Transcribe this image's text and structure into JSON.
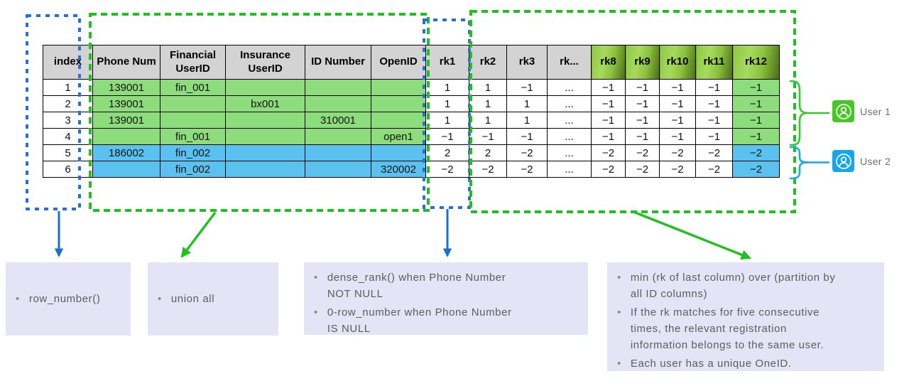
{
  "table": {
    "columns": [
      {
        "label": "index",
        "width": 70,
        "gradient": false,
        "colored": false
      },
      {
        "label": "Phone Num",
        "width": 95,
        "gradient": false,
        "colored": true
      },
      {
        "label": "Financial\nUserID",
        "width": 92,
        "gradient": false,
        "colored": true
      },
      {
        "label": "Insurance\nUserID",
        "width": 112,
        "gradient": false,
        "colored": true
      },
      {
        "label": "ID Number",
        "width": 93,
        "gradient": false,
        "colored": true
      },
      {
        "label": "OpenID",
        "width": 77,
        "gradient": false,
        "colored": true
      },
      {
        "label": "rk1",
        "width": 61,
        "gradient": false,
        "colored": false
      },
      {
        "label": "rk2",
        "width": 53,
        "gradient": false,
        "colored": false
      },
      {
        "label": "rk3",
        "width": 57,
        "gradient": false,
        "colored": false
      },
      {
        "label": "rk...",
        "width": 62,
        "gradient": false,
        "colored": false
      },
      {
        "label": "rk8",
        "width": 48,
        "gradient": true,
        "colored": false
      },
      {
        "label": "rk9",
        "width": 48,
        "gradient": true,
        "colored": false
      },
      {
        "label": "rk10",
        "width": 51,
        "gradient": true,
        "colored": false
      },
      {
        "label": "rk11",
        "width": 52,
        "gradient": true,
        "colored": false
      },
      {
        "label": "rk12",
        "width": 66,
        "gradient": true,
        "colored": true
      }
    ],
    "rows": [
      {
        "user": "user1",
        "cells": [
          "1",
          "139001",
          "fin_001",
          "",
          "",
          "",
          "1",
          "1",
          "−1",
          "...",
          "−1",
          "−1",
          "−1",
          "−1",
          "−1"
        ]
      },
      {
        "user": "user1",
        "cells": [
          "2",
          "139001",
          "",
          "bx001",
          "",
          "",
          "1",
          "1",
          "1",
          "...",
          "−1",
          "−1",
          "−1",
          "−1",
          "−1"
        ]
      },
      {
        "user": "user1",
        "cells": [
          "3",
          "139001",
          "",
          "",
          "310001",
          "",
          "1",
          "1",
          "1",
          "...",
          "−1",
          "−1",
          "−1",
          "−1",
          "−1"
        ]
      },
      {
        "user": "user1",
        "cells": [
          "4",
          "",
          "fin_001",
          "",
          "",
          "open1",
          "−1",
          "−1",
          "−1",
          "...",
          "−1",
          "−1",
          "−1",
          "−1",
          "−1"
        ]
      },
      {
        "user": "user2",
        "cells": [
          "5",
          "186002",
          "fin_002",
          "",
          "",
          "",
          "2",
          "2",
          "−2",
          "...",
          "−2",
          "−2",
          "−2",
          "−2",
          "−2"
        ]
      },
      {
        "user": "user2",
        "cells": [
          "6",
          "",
          "fin_002",
          "",
          "",
          "320002",
          "−2",
          "−2",
          "−2",
          "...",
          "−2",
          "−2",
          "−2",
          "−2",
          "−2"
        ]
      }
    ]
  },
  "notes": [
    {
      "bullets": [
        "row_number()"
      ]
    },
    {
      "bullets": [
        "union all"
      ]
    },
    {
      "bullets": [
        "dense_rank() when Phone Number\nNOT NULL",
        "0-row_number when Phone Number\nIS NULL"
      ]
    },
    {
      "bullets": [
        "min (rk of last column) over (partition by\nall ID columns)",
        "If the rk matches for five consecutive\ntimes, the relevant registration\ninformation belongs to the same user.",
        "Each user has a unique OneID."
      ]
    }
  ],
  "users": [
    {
      "label": "User 1",
      "color": "#45c724"
    },
    {
      "label": "User 2",
      "color": "#14a6f0"
    }
  ],
  "colors": {
    "user1_row": "#8edd7d",
    "user2_row": "#5bc2ef",
    "header_gray": "#d3d3d3",
    "rank_header_gradient_light": "#a6da5e",
    "rank_header_gradient_dark": "#4a6b16",
    "dashed_blue": "#2a6fd6",
    "dashed_green": "#1fc11f",
    "note_background": "#e4e4f6",
    "note_text": "#5c5c5c"
  }
}
